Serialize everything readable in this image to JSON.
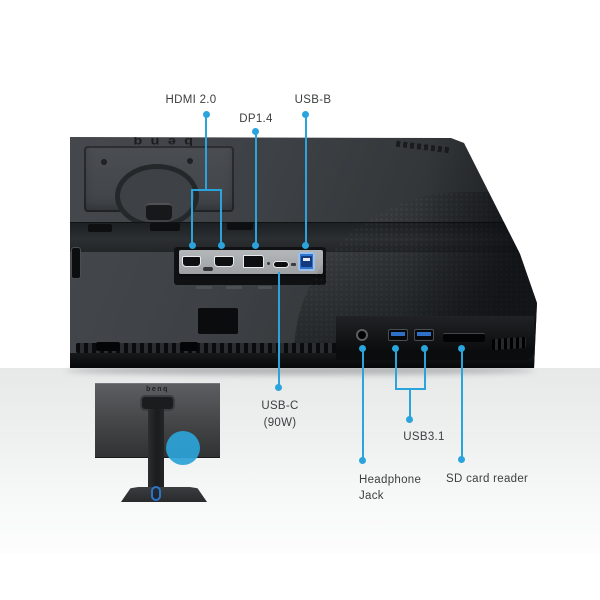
{
  "colors": {
    "accent": "#2BA3DC",
    "label_text": "#3D3E40",
    "usb_blue": "#2E6FC8",
    "highlight_circle": "#2CA3D6"
  },
  "callouts": {
    "hdmi": {
      "label": "HDMI 2.0"
    },
    "dp": {
      "label": "DP1.4"
    },
    "usb_b": {
      "label": "USB-B"
    },
    "usb_c": {
      "label_line1": "USB-C",
      "label_line2": "(90W)"
    },
    "usb31": {
      "label": "USB3.1"
    },
    "headphone": {
      "label_line1": "Headphone",
      "label_line2": "Jack"
    },
    "sd": {
      "label": "SD card reader"
    }
  },
  "monitor": {
    "back_logo": "benq",
    "ports": [
      "hdmi-port-1",
      "hdmi-port-2",
      "displayport-port",
      "usb-c-port",
      "usb-b-port",
      "headphone-jack-port",
      "usb-a-port-1",
      "usb-a-port-2",
      "sd-card-reader-slot"
    ]
  },
  "inset": {
    "logo": "benq"
  }
}
